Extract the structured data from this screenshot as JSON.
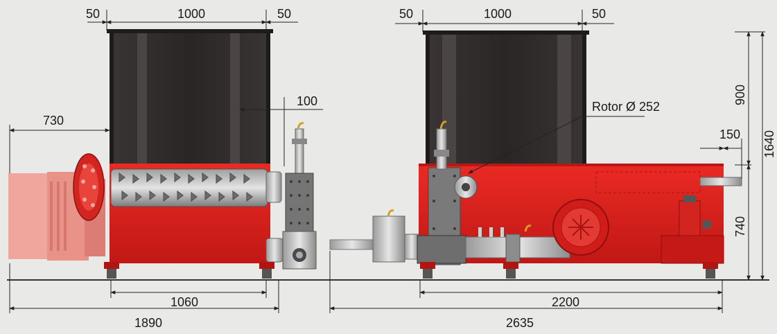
{
  "colors": {
    "background": "#e9e9e7",
    "machine_red": "#dc1f1c",
    "machine_red_dark": "#a81412",
    "hopper_dark": "#2f2b2b",
    "hopper_frame": "#4a4444",
    "motor_ghost": "#f08a7f",
    "steel": "#c9c9c9",
    "dimension_line": "#222222"
  },
  "front_view": {
    "dim_top_left": "50",
    "dim_top_center": "1000",
    "dim_top_right": "50",
    "dim_hopper_offset": "100",
    "dim_motor_overhang": "730",
    "dim_feet_span": "1060",
    "dim_overall_width": "1890"
  },
  "side_view": {
    "dim_top_left": "50",
    "dim_top_center": "1000",
    "dim_top_right": "50",
    "rotor_label": "Rotor Ø 252",
    "dim_outlet": "150",
    "dim_hopper_height": "900",
    "dim_base_height": "740",
    "dim_total_height": "1640",
    "dim_feet_span": "2200",
    "dim_overall_length": "2635"
  },
  "icons": [
    "motor-icon",
    "pulley-icon",
    "hydraulic-cylinder-icon",
    "gearbox-icon"
  ]
}
